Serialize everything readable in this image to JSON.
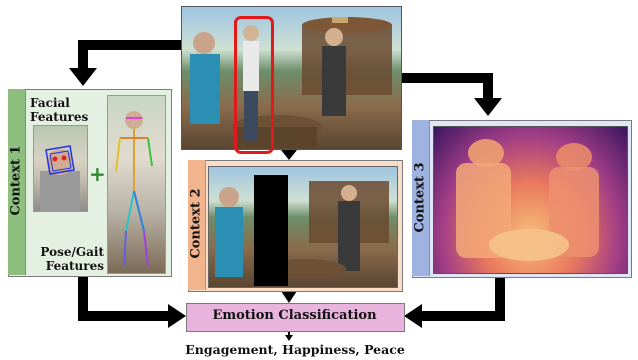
{
  "contexts": {
    "context1": {
      "label": "Context 1",
      "facial_label_line1": "Facial",
      "facial_label_line2": "Features",
      "pose_label_line1": "Pose/Gait",
      "pose_label_line2": "Features",
      "plus_symbol": "+"
    },
    "context2": {
      "label": "Context 2"
    },
    "context3": {
      "label": "Context 3"
    }
  },
  "classifier": {
    "label": "Emotion Classification"
  },
  "output": {
    "label": "Engagement, Happiness, Peace"
  },
  "colors": {
    "context1_accent": "#8fbf7f",
    "context2_accent": "#f2b48c",
    "context3_accent": "#9fb3e0",
    "classifier_fill": "#e8b3dc",
    "highlight_box": "#e01a1a",
    "arrows": "#000000"
  }
}
